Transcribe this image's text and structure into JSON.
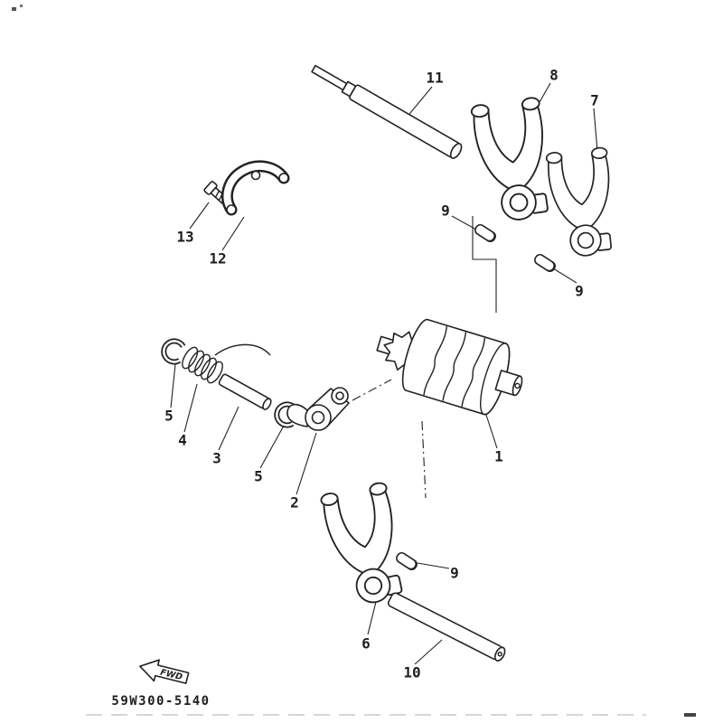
{
  "diagram": {
    "part_code": "59W300-5140",
    "fwd_label": "FWD",
    "callouts": [
      {
        "label": "11"
      },
      {
        "label": "8"
      },
      {
        "label": "7"
      },
      {
        "label": "9"
      },
      {
        "label": "9"
      },
      {
        "label": "13"
      },
      {
        "label": "12"
      },
      {
        "label": "5"
      },
      {
        "label": "4"
      },
      {
        "label": "3"
      },
      {
        "label": "5"
      },
      {
        "label": "2"
      },
      {
        "label": "1"
      },
      {
        "label": "6"
      },
      {
        "label": "9"
      },
      {
        "label": "10"
      }
    ]
  }
}
